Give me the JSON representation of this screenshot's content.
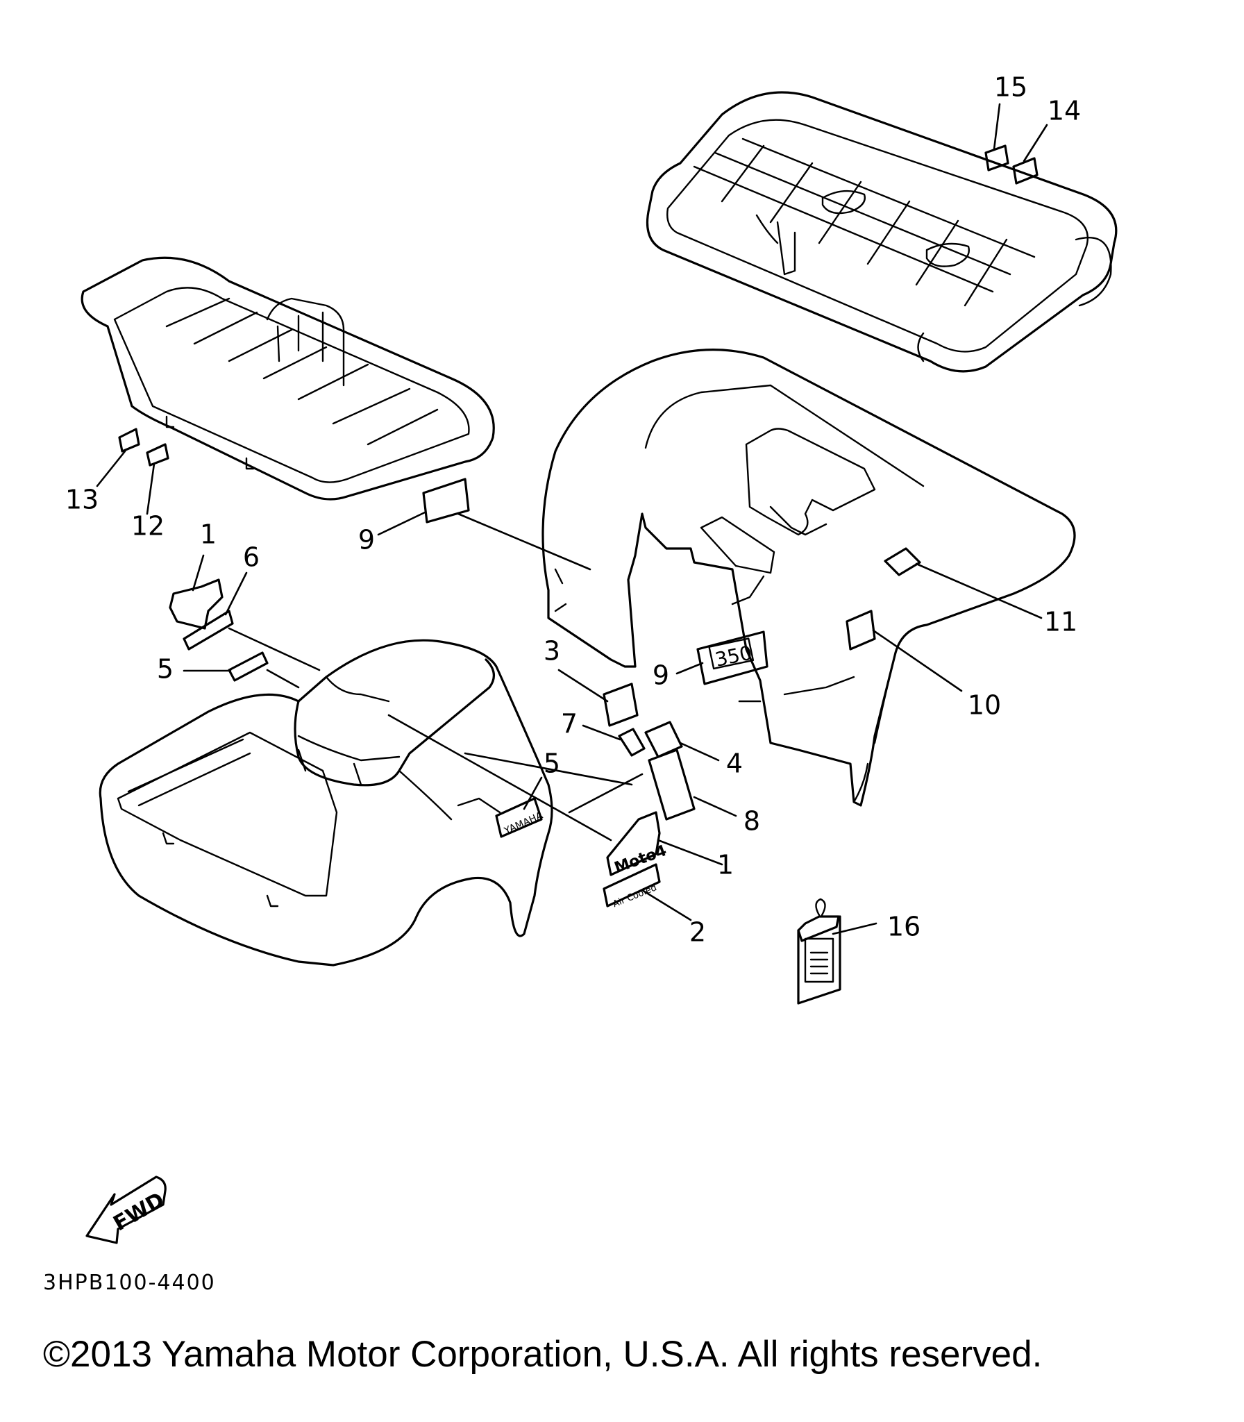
{
  "diagram": {
    "code": "3HPB100-4400",
    "copyright": "©2013 Yamaha Motor Corporation, U.S.A. All rights reserved."
  },
  "callouts": {
    "c1a": "1",
    "c6": "6",
    "c5a": "5",
    "c13": "13",
    "c12": "12",
    "c9a": "9",
    "c3": "3",
    "c7": "7",
    "c4": "4",
    "c8": "8",
    "c5b": "5",
    "c1b": "1",
    "c2": "2",
    "c9b": "9",
    "c10": "10",
    "c11": "11",
    "c16": "16",
    "c15": "15",
    "c14": "14"
  },
  "decals": {
    "fwd_arrow": "FWD",
    "yamaha": "YAMAHA",
    "moto4": "Moto4",
    "air_cooled": "Air Cooled",
    "model_350": "350"
  },
  "icons": {
    "fwd": "fwd-arrow-icon",
    "tag": "hang-tag-icon"
  }
}
